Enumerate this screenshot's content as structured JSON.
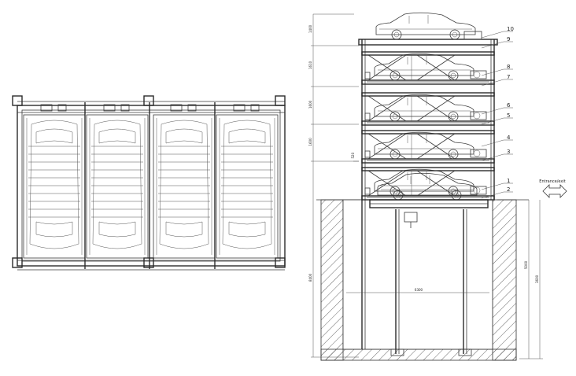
{
  "diagram": {
    "callouts": [
      "10",
      "9",
      "8",
      "7",
      "6",
      "5",
      "4",
      "3",
      "1",
      "2"
    ],
    "entrance_label": "Entrance/exit",
    "dimensions": {
      "top_gap": "1400",
      "level_4": "1610",
      "level_3": "1600",
      "level_2": "1600",
      "level_1_small": "520",
      "pit_depth": "8400",
      "pit_inner": "5000",
      "pit_outer": "3600",
      "pit_width": "6300"
    }
  }
}
